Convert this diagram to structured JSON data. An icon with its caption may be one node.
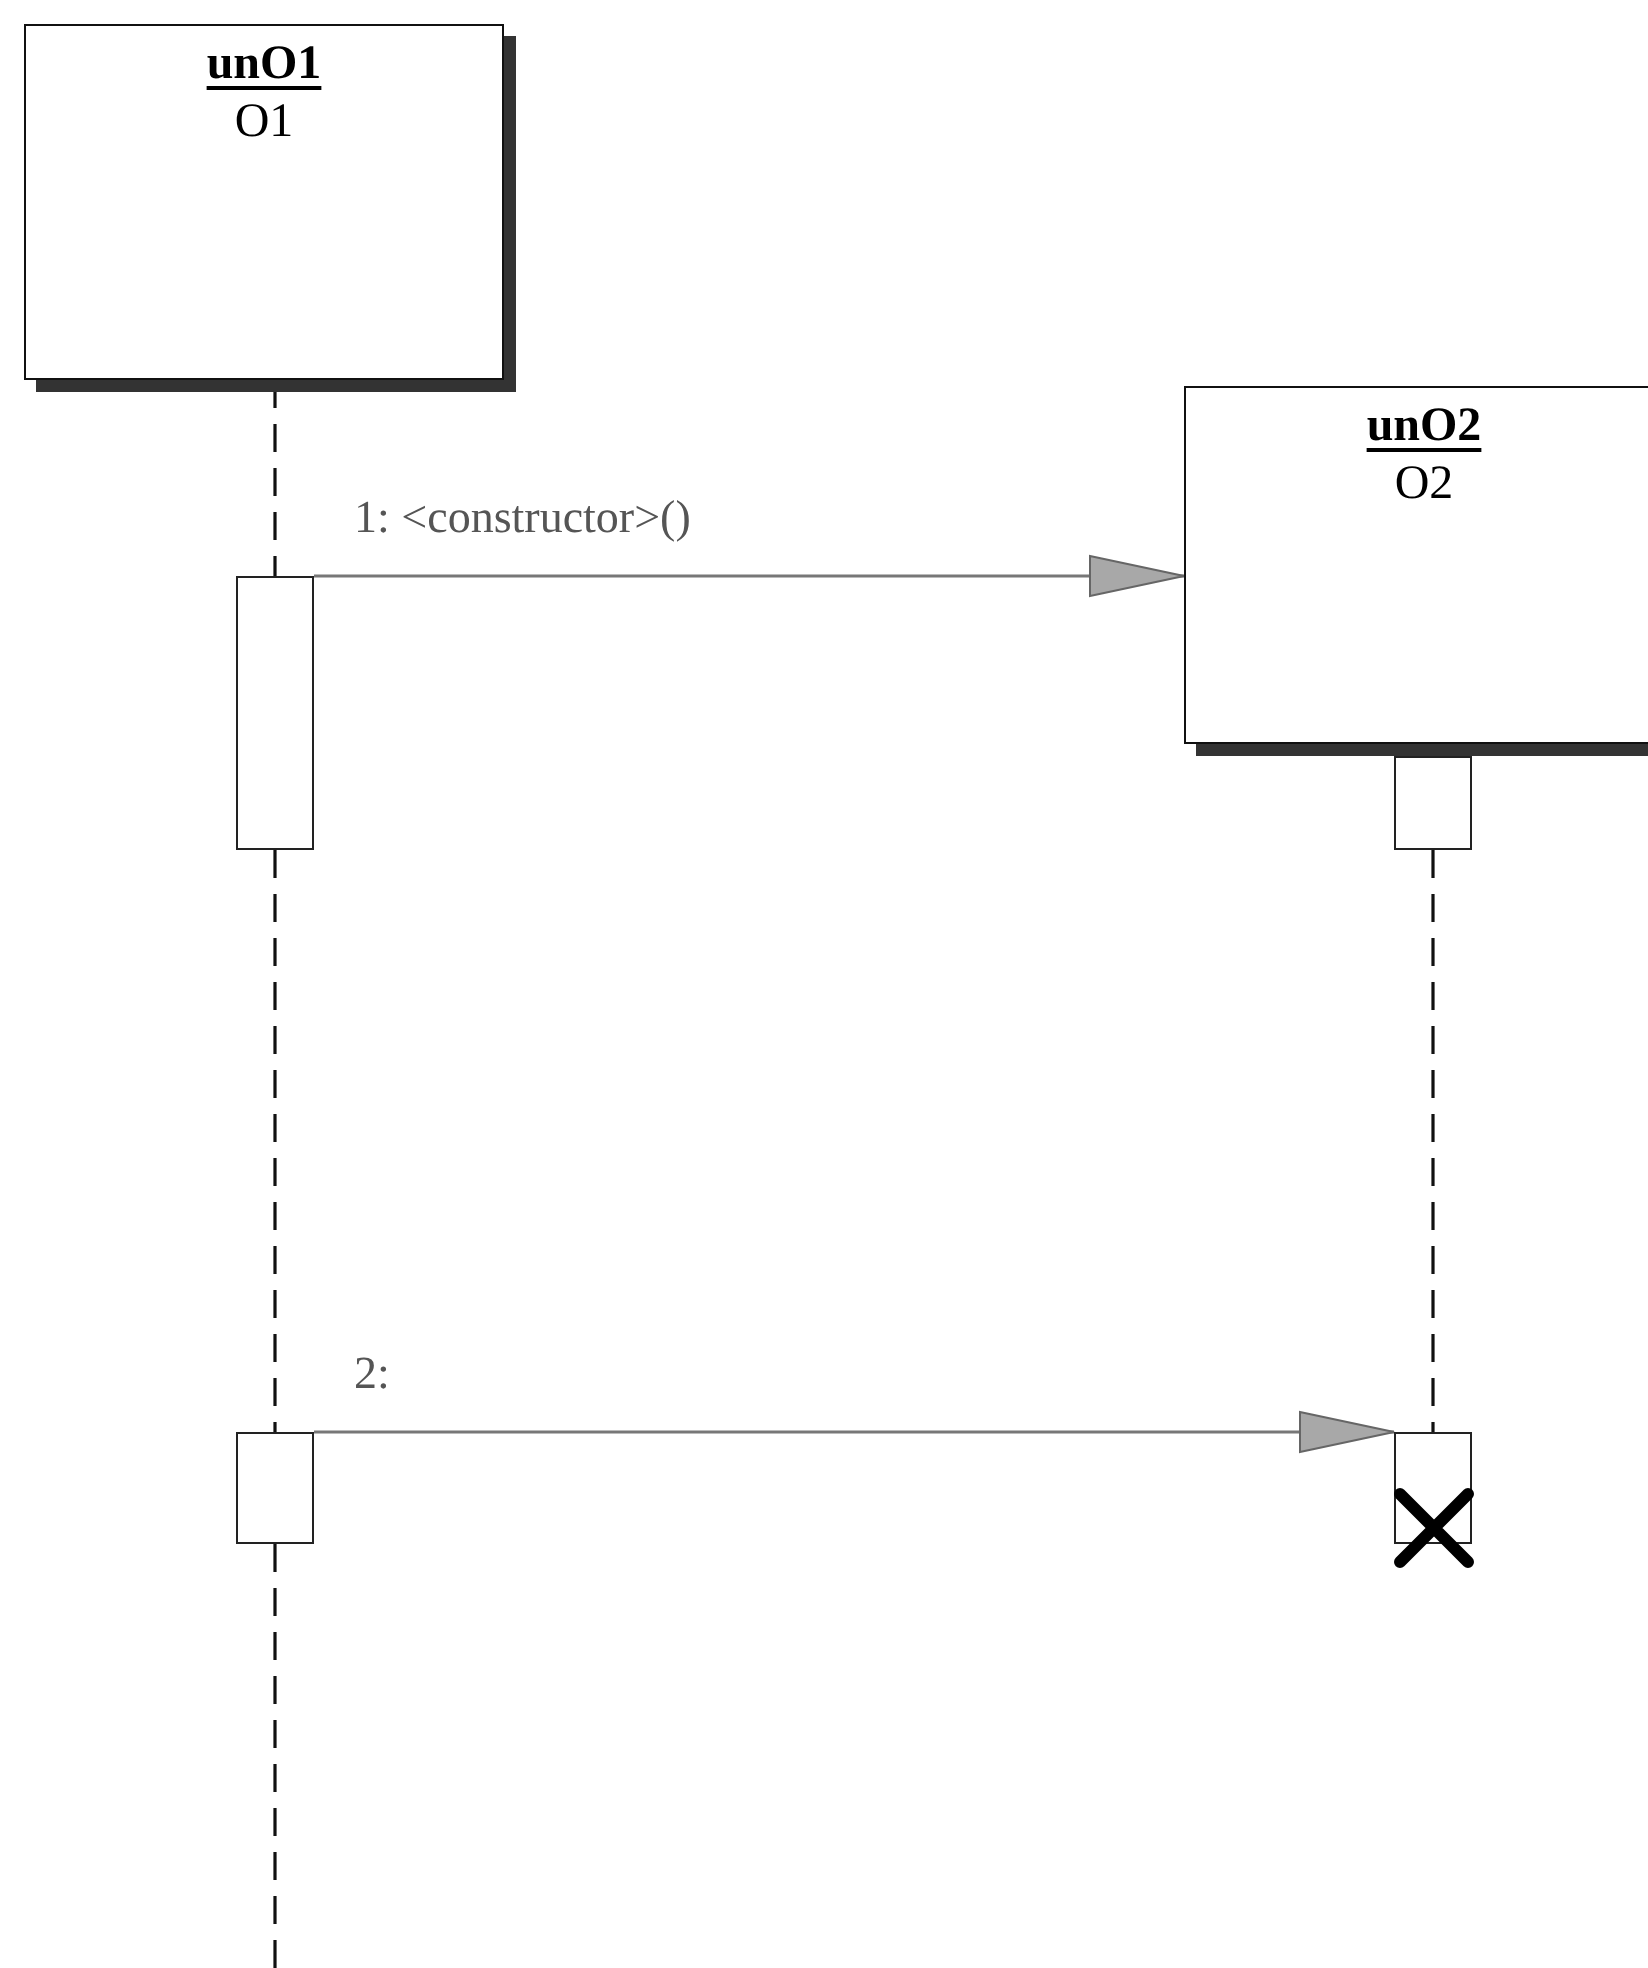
{
  "diagram": {
    "nodes": [
      {
        "text": [
          "unO1",
          "O1"
        ]
      },
      {
        "text": [
          "unO2",
          "O2"
        ]
      },
      {
        "text": [],
        "shape": "bar"
      },
      {
        "text": [],
        "shape": "bar"
      },
      {
        "text": [],
        "shape": "bar"
      },
      {
        "text": [],
        "shape": "bar"
      }
    ],
    "edges": [
      {
        "from": 0,
        "to": 2,
        "arrow": "none",
        "style": "dashed"
      },
      {
        "from": 2,
        "to": 4,
        "arrow": "none",
        "style": "dashed"
      },
      {
        "from": 4,
        "to": null,
        "arrow": "none",
        "style": "dashed"
      },
      {
        "from": 3,
        "to": 5,
        "arrow": "none",
        "style": "dashed"
      },
      {
        "from": 2,
        "to": 1,
        "arrow": "to",
        "label": "1: <constructor>()",
        "color": "#777777"
      },
      {
        "from": 4,
        "to": 5,
        "arrow": "to",
        "label": "2:",
        "color": "#777777"
      }
    ]
  }
}
